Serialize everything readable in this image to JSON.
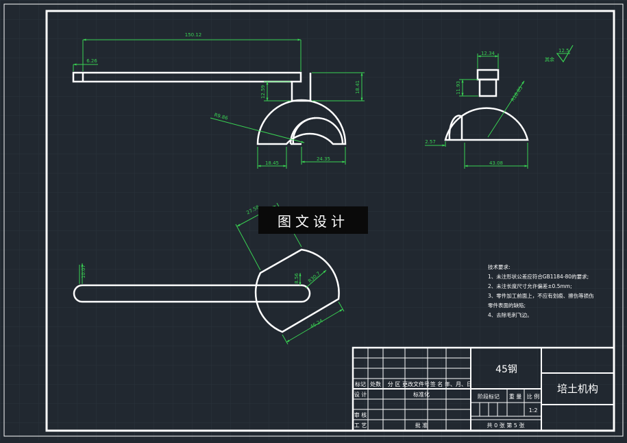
{
  "drawing": {
    "colors": {
      "background": "#212830",
      "outline": "#ffffff",
      "dimension": "#39d353",
      "grid": "#2b333c"
    },
    "front_view": {
      "dims": {
        "overall_length": "150.12",
        "end_width": "6.26",
        "stem_height": "12.59",
        "total_height": "18.41",
        "radius": "R9.86",
        "left_width": "18.45",
        "right_width": "24.35"
      }
    },
    "side_view": {
      "dims": {
        "stem_width": "12.34",
        "stem_height": "11.93",
        "radius": "R18.85",
        "base_width": "43.08",
        "offset": "2.57"
      },
      "surface_finish": {
        "value": "12.5",
        "label": "其余"
      }
    },
    "top_view": {
      "dims": {
        "rod_width": "10.07",
        "arc_width": "27.58",
        "inner_size": "8.56",
        "radius": "R30.7",
        "chord": "46.24"
      }
    },
    "tech_notes": {
      "title": "技术要求:",
      "items": [
        "1、未注形状公差应符合GB1184-80的要求;",
        "2、未注长度尺寸允许偏差±0.5mm;",
        "3、零件加工前面上，不应有划痕、擦伤等损伤",
        "零件表面的缺陷;",
        "4、去除毛刺飞边。"
      ]
    },
    "title_block": {
      "material": "45钢",
      "part_name": "培土机构",
      "headers": {
        "mark": "标记",
        "count": "处数",
        "zone": "分 区",
        "doc": "更改文件号",
        "signature": "签 名",
        "date": "年、月、日"
      },
      "roles": {
        "design": "设 计",
        "standardize": "标准化",
        "review": "审 核",
        "process": "工 艺",
        "approve": "批 准"
      },
      "stage_label": "阶段标记",
      "weight_label": "重 量",
      "scale_label": "比 例",
      "scale_value": "1:2",
      "sheets_text": "共 0  张   第  5  张"
    },
    "watermark": "图文设计"
  }
}
